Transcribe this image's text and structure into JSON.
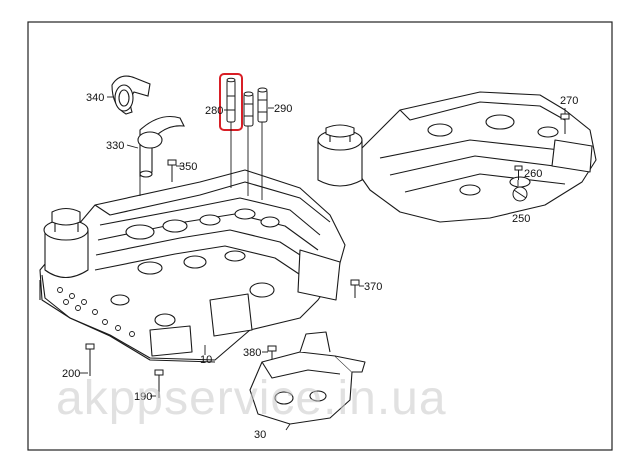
{
  "diagram": {
    "callouts": [
      {
        "id": "340",
        "label": "340"
      },
      {
        "id": "280",
        "label": "280"
      },
      {
        "id": "290",
        "label": "290"
      },
      {
        "id": "270",
        "label": "270"
      },
      {
        "id": "330",
        "label": "330"
      },
      {
        "id": "350",
        "label": "350"
      },
      {
        "id": "260",
        "label": "260"
      },
      {
        "id": "250",
        "label": "250"
      },
      {
        "id": "370",
        "label": "370"
      },
      {
        "id": "380",
        "label": "380"
      },
      {
        "id": "10",
        "label": "10"
      },
      {
        "id": "200",
        "label": "200"
      },
      {
        "id": "190",
        "label": "190"
      },
      {
        "id": "30",
        "label": "30"
      }
    ],
    "highlight": {
      "part": "280",
      "color": "#d81f26"
    },
    "watermark": "akppservice.in.ua",
    "line_color": "#1a1a1a",
    "frame_color": "#222222"
  }
}
